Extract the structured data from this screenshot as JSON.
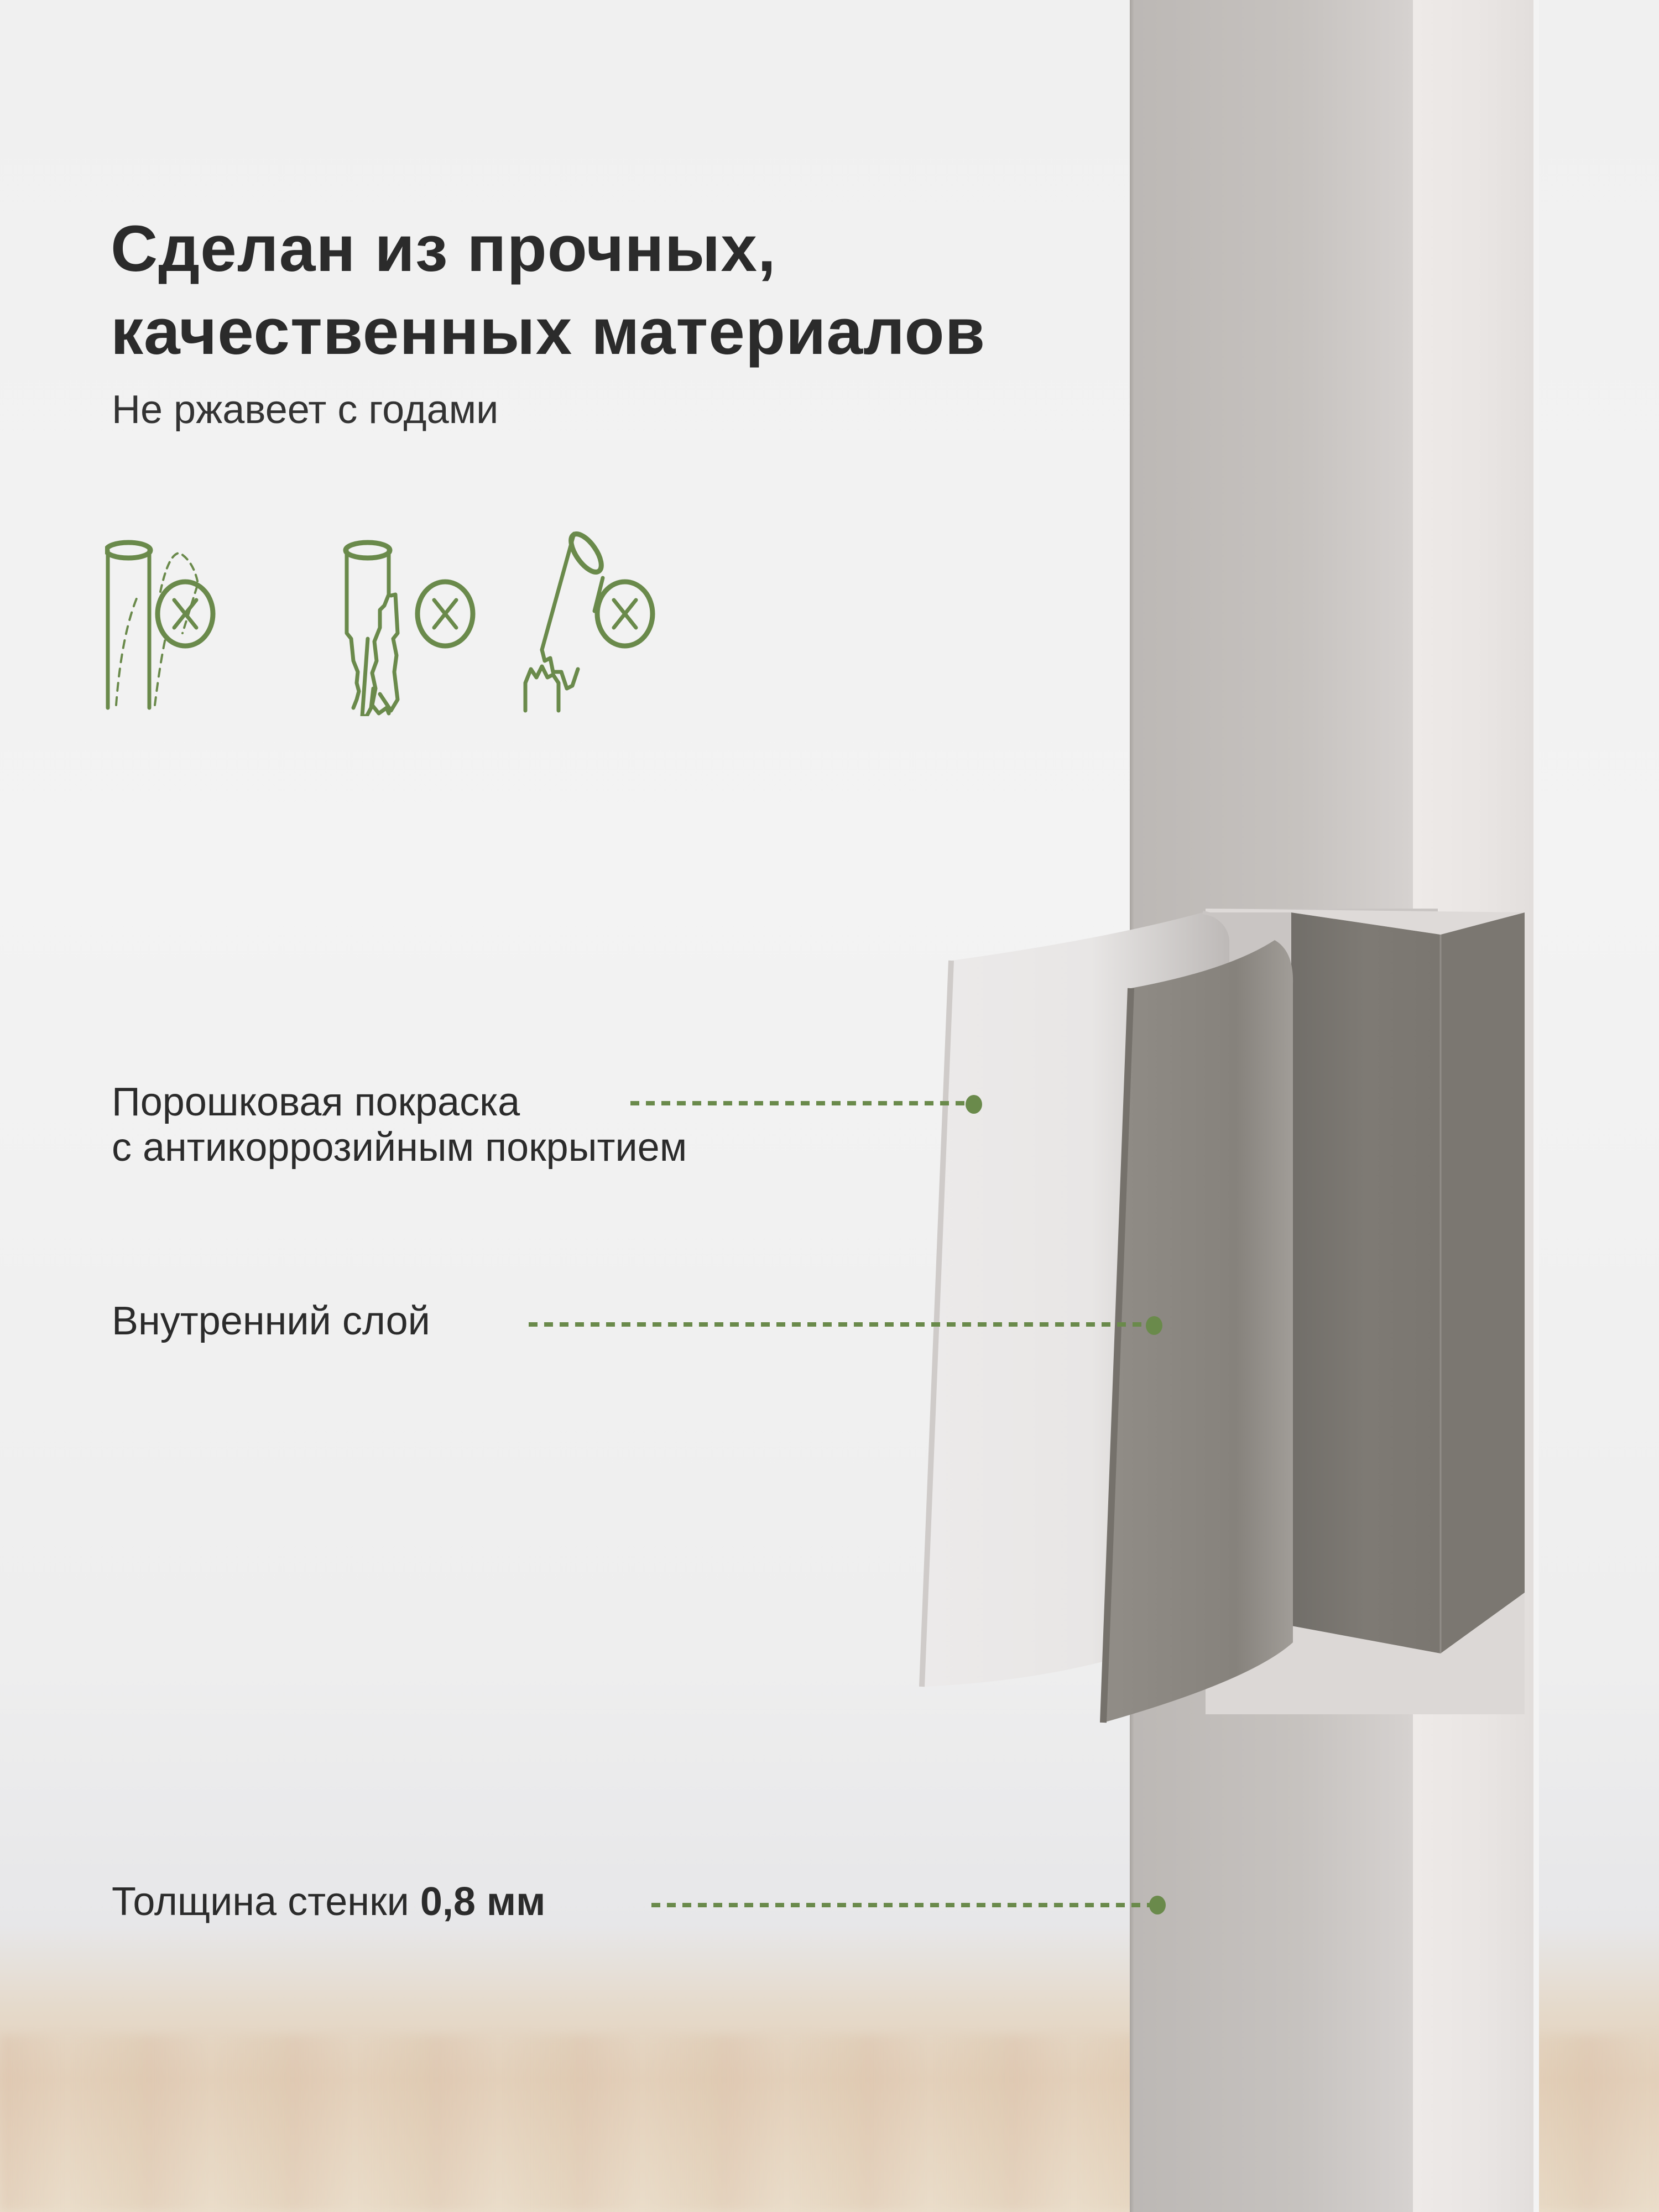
{
  "headline": {
    "line1": "Сделан из прочных,",
    "line2": "качественных материалов",
    "subtitle": "Не ржавеет с годами"
  },
  "icons": [
    {
      "name": "no-bending-icon",
      "meaning": "не гнётся"
    },
    {
      "name": "no-peeling-icon",
      "meaning": "не отслаивается"
    },
    {
      "name": "no-breaking-icon",
      "meaning": "не ломается"
    }
  ],
  "callouts": {
    "coating": {
      "line1": "Порошковая покраска",
      "line2": "с антикоррозийным покрытием"
    },
    "inner": {
      "label": "Внутренний слой"
    },
    "thickness": {
      "label": "Толщина стенки",
      "value": "0,8 мм"
    }
  },
  "colors": {
    "accent": "#6a8a4b",
    "text": "#2b2b2b",
    "metal": "#86827c",
    "coating": "#e9e7e6"
  }
}
